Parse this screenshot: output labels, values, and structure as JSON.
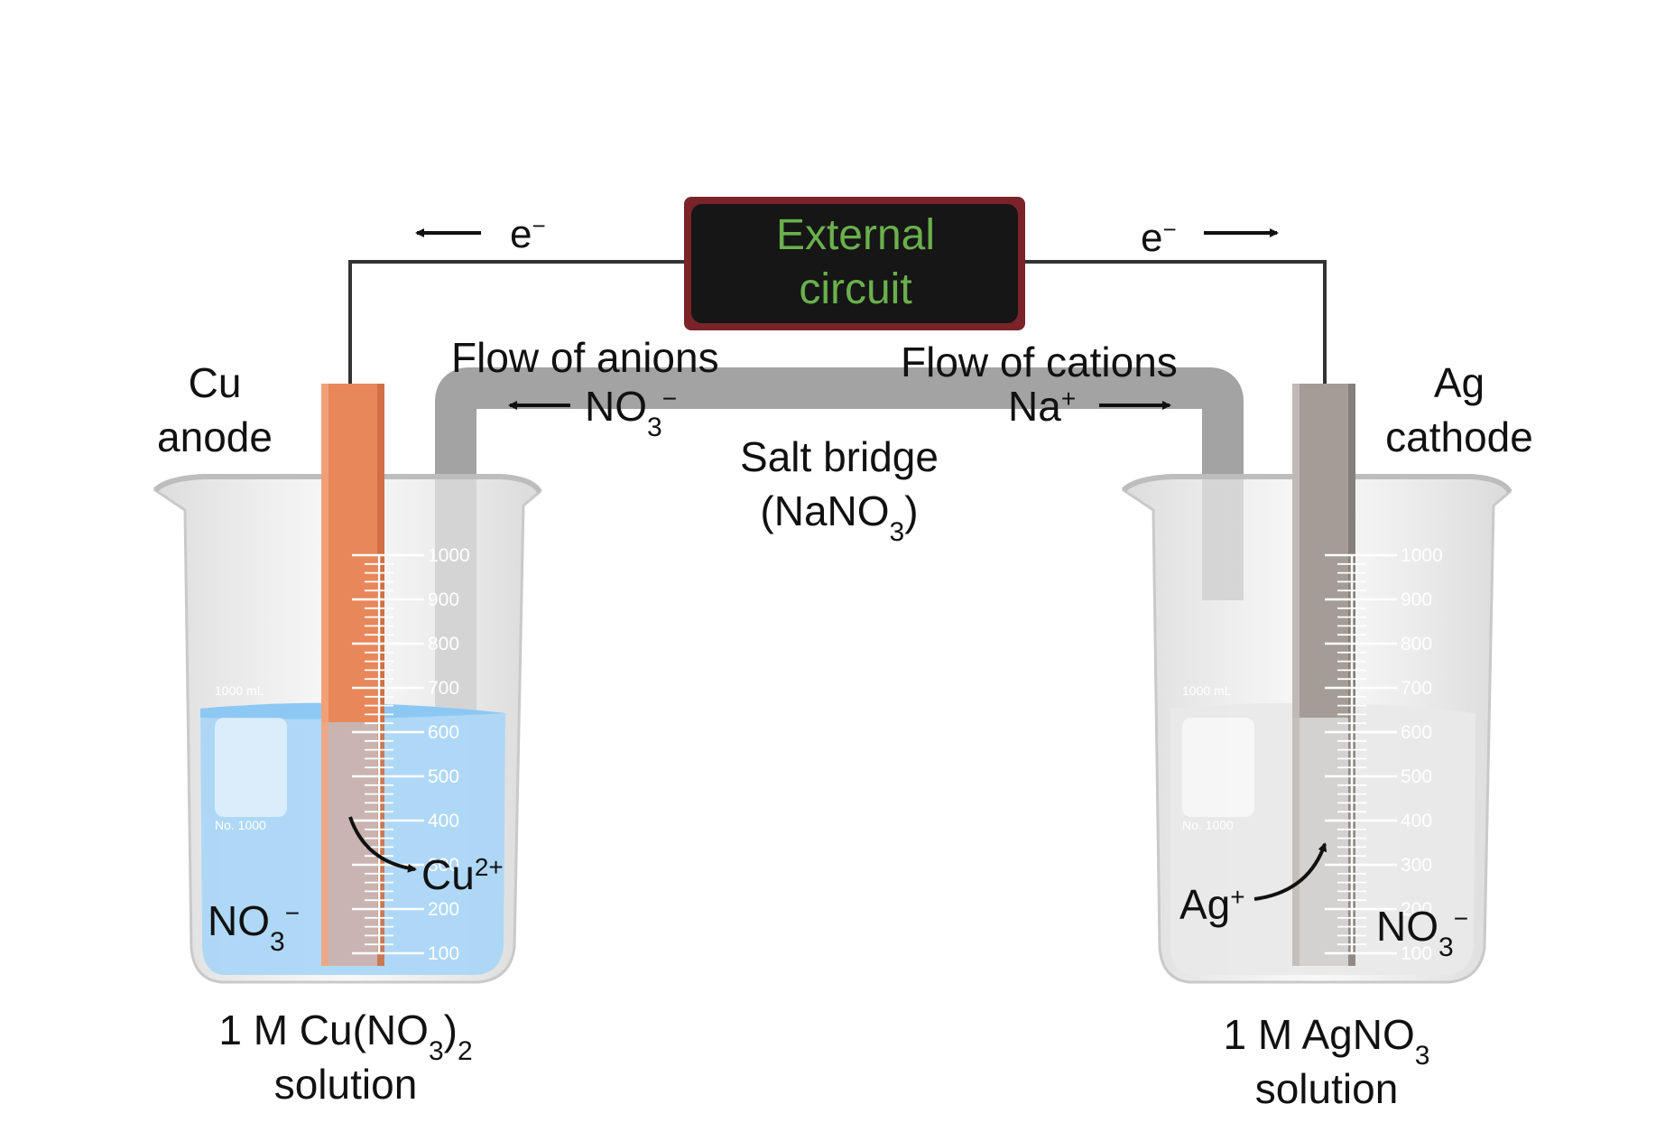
{
  "external_circuit": {
    "line1": "External",
    "line2": "circuit",
    "text_color": "#6ab04c"
  },
  "electron": {
    "left_label": "e",
    "right_label": "e",
    "charge": "−"
  },
  "salt_bridge": {
    "title": "Salt bridge",
    "formula_open": "(NaNO",
    "formula_sub": "3",
    "formula_close": ")",
    "anion_heading": "Flow of anions",
    "cation_heading": "Flow of cations",
    "anion_ion": "NO",
    "anion_sub": "3",
    "anion_charge": "−",
    "cation_ion": "Na",
    "cation_charge": "+"
  },
  "left_cell": {
    "electrode_name": "Cu",
    "electrode_role": "anode",
    "ion_base": "Cu",
    "ion_charge": "2+",
    "anion_base": "NO",
    "anion_sub": "3",
    "anion_charge": "−",
    "solution_line1_a": "1 M Cu(NO",
    "solution_line1_sub": "3",
    "solution_line1_b": ")",
    "solution_line1_sub2": "2",
    "solution_line2": "solution",
    "electrode_color": "#e8875a",
    "solution_color": "#a9d6f7"
  },
  "right_cell": {
    "electrode_name": "Ag",
    "electrode_role": "cathode",
    "ion_base": "Ag",
    "ion_charge": "+",
    "anion_base": "NO",
    "anion_sub": "3",
    "anion_charge": "−",
    "solution_line1_a": "1 M AgNO",
    "solution_line1_sub": "3",
    "solution_line2": "solution",
    "electrode_color": "#a39c97",
    "solution_color": "#e9e9e9"
  },
  "beaker": {
    "capacity_label": "1000 mL",
    "model_label": "No. 1000",
    "ticks": [
      "1000",
      "900",
      "800",
      "700",
      "600",
      "500",
      "400",
      "300",
      "200",
      "100"
    ]
  }
}
